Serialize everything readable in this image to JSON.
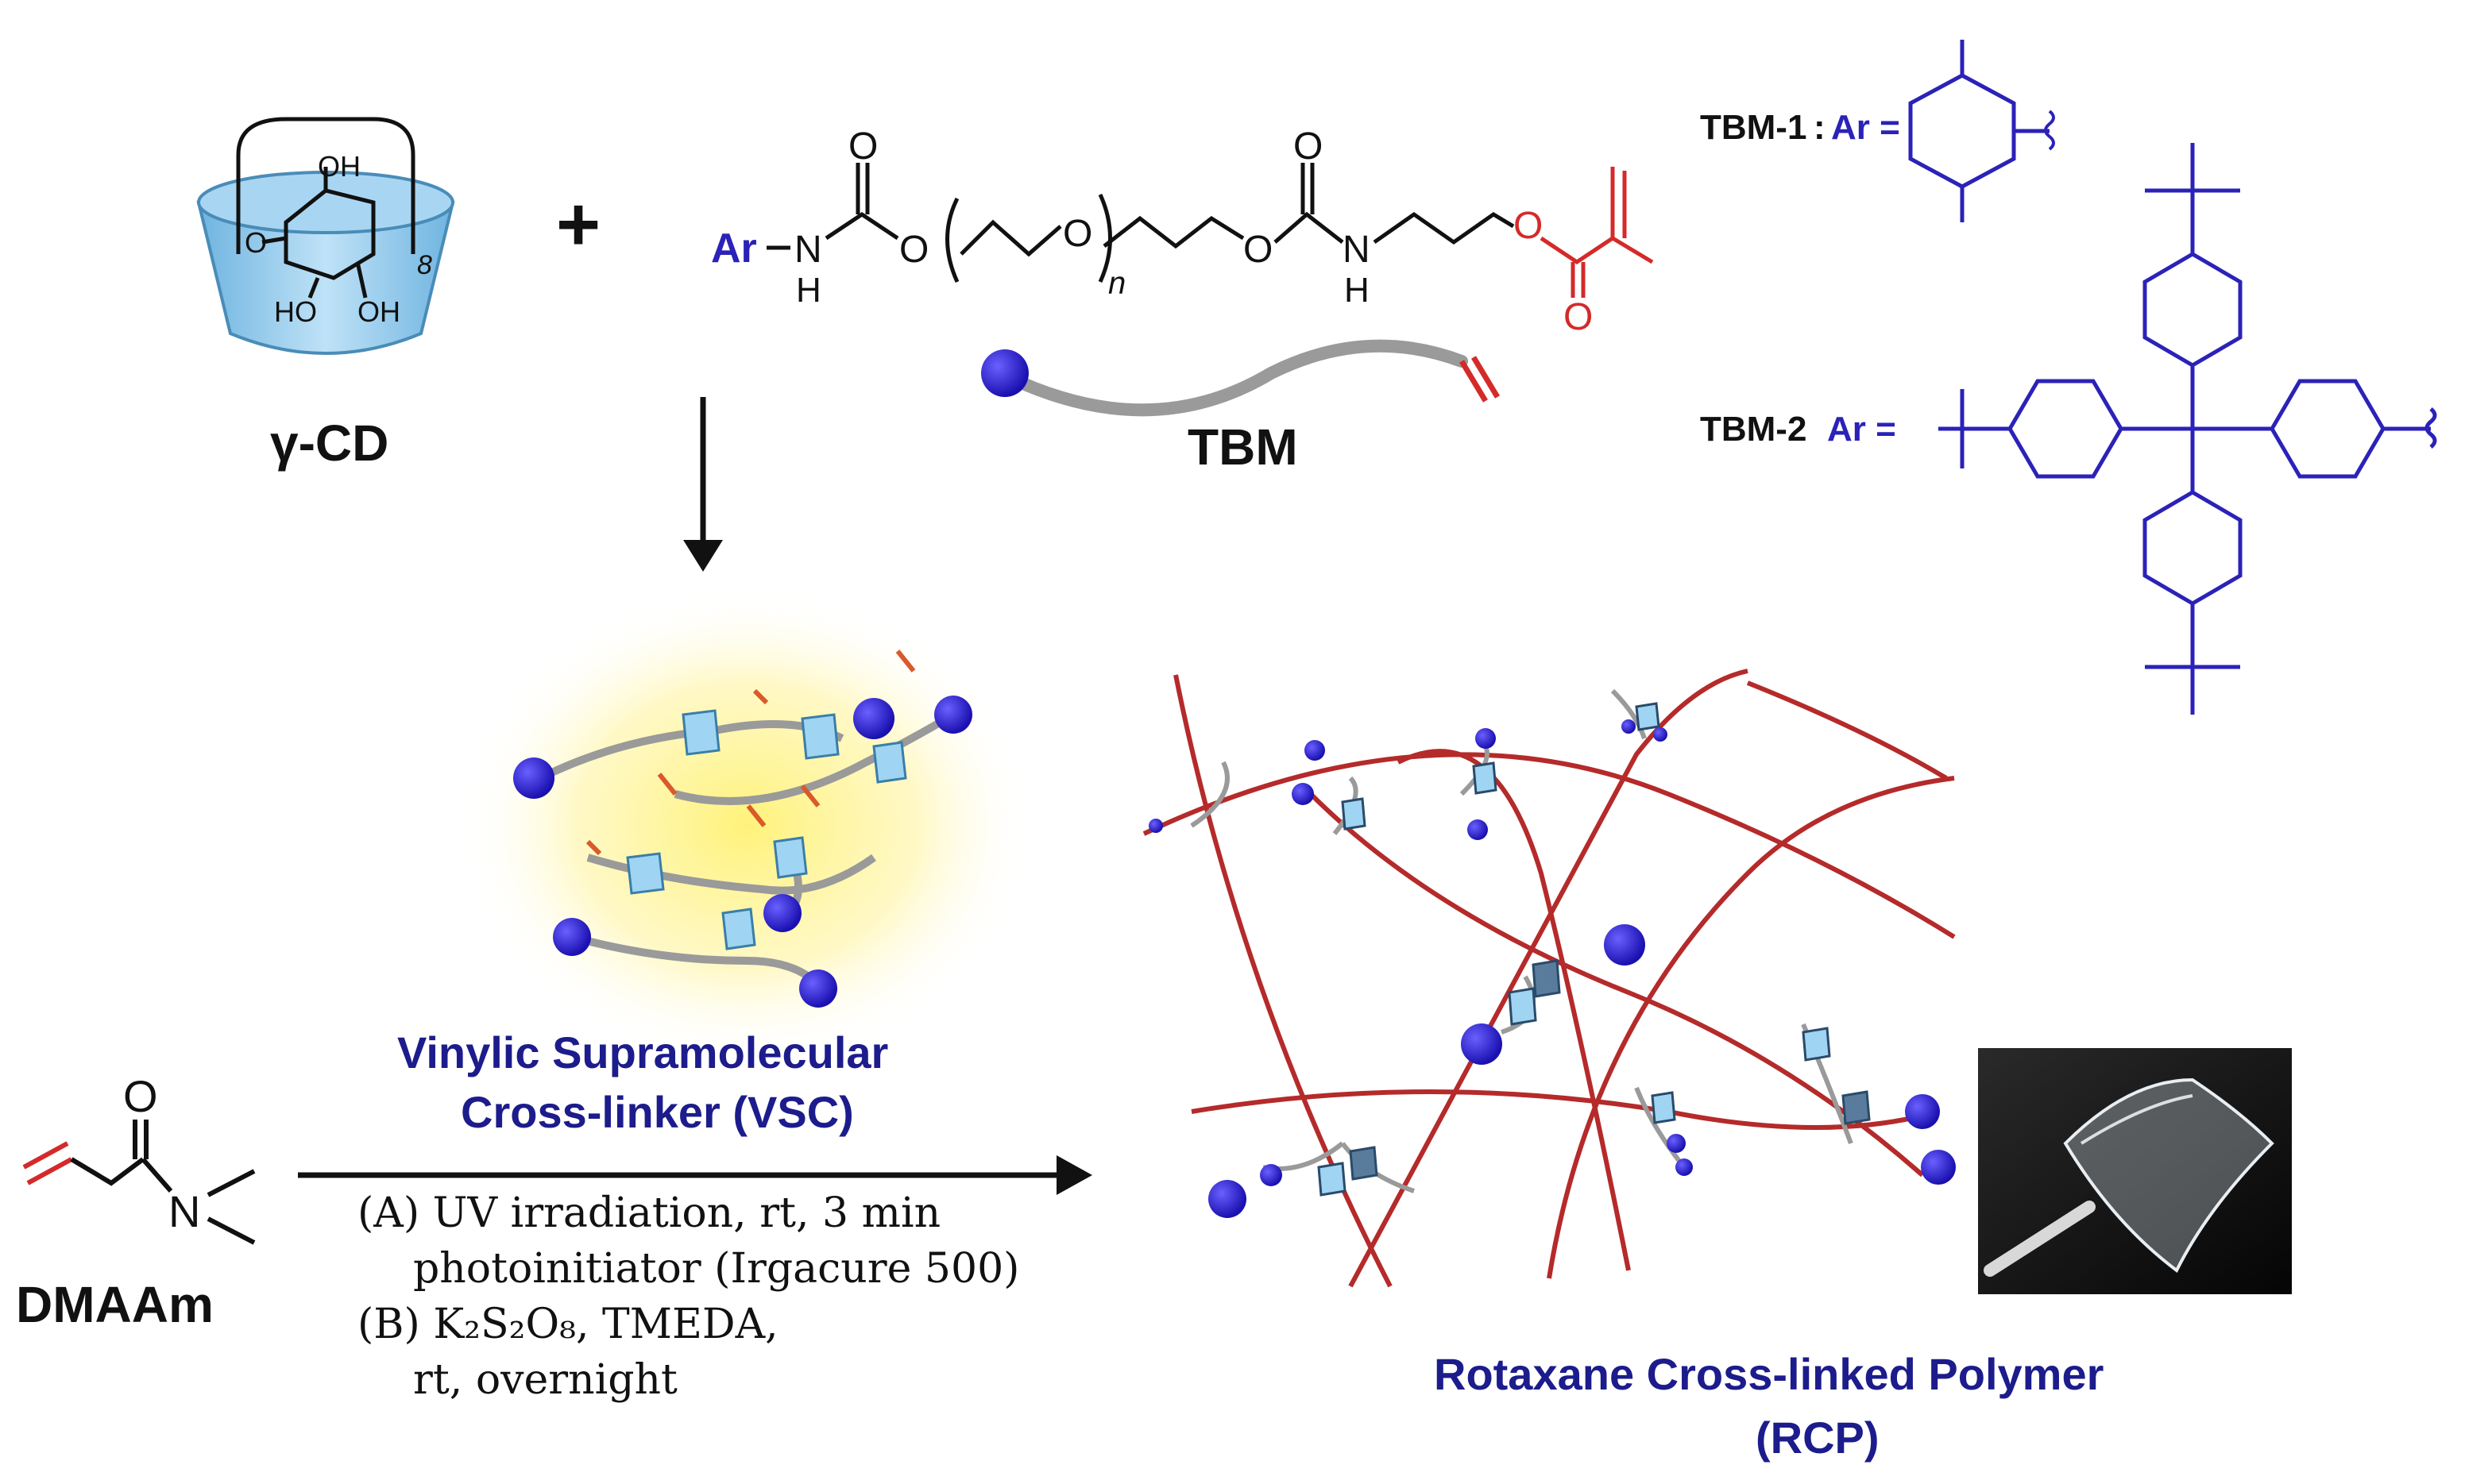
{
  "labels": {
    "gamma_cd": "γ-CD",
    "cd_ring_count": "8",
    "cd_oh_top": "OH",
    "cd_ho_bottom": "HO",
    "cd_oh_bottom": "OH",
    "cd_o": "O",
    "plus": "+",
    "tbm": "TBM",
    "ar": "Ar",
    "nh1": "N",
    "h1": "H",
    "o_carbonyl1": "O",
    "o_ester1": "O",
    "o_ether": "O",
    "n_sub": "n",
    "o_ester2": "O",
    "o_carbonyl2": "O",
    "nh2": "N",
    "h2": "H",
    "o_ester3": "O",
    "o_carbonyl3": "O",
    "tbm1": "TBM-1",
    "tbm2": "TBM-2",
    "ar_eq": "Ar =",
    "colon": ":",
    "vsc_line1": "Vinylic Supramolecular",
    "vsc_line2": "Cross-linker (VSC)",
    "dmaam": "DMAAm",
    "dmaam_o": "O",
    "dmaam_n": "N",
    "cond_a1": "(A) UV irradiation, rt, 3 min",
    "cond_a2": "photoinitiator (Irgacure 500)",
    "cond_b1": "(B) K₂S₂O₈, TMEDA,",
    "cond_b2": "rt, overnight",
    "rcp_line1": "Rotaxane Cross-linked Polymer",
    "rcp_line2": "(RCP)"
  },
  "colors": {
    "blue": "#2b22b8",
    "red": "#d42a2a",
    "polymer_red": "#b52a2a",
    "cd_blue": "#8fc6e8",
    "navy": "#1c1c8c",
    "black": "#111111"
  }
}
